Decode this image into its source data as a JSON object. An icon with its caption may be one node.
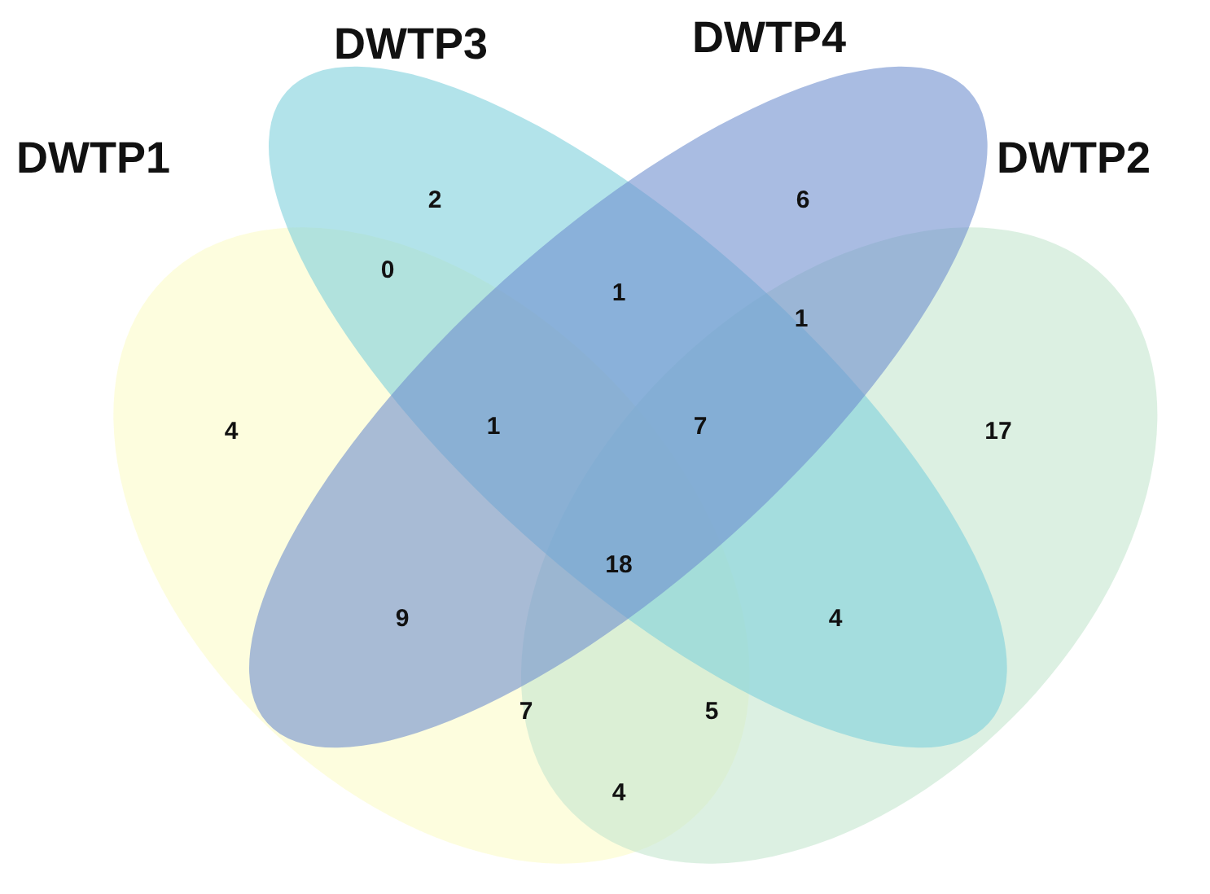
{
  "diagram": {
    "nodes": [
      {
        "text": [
          "DWTP1"
        ]
      },
      {
        "text": [
          "DWTP3"
        ]
      },
      {
        "text": [
          "DWTP4"
        ]
      },
      {
        "text": [
          "DWTP2"
        ]
      }
    ],
    "labels": [
      "2",
      "6",
      "0",
      "1",
      "1",
      "4",
      "1",
      "7",
      "17",
      "18",
      "9",
      "4",
      "7",
      "5",
      "4"
    ]
  }
}
